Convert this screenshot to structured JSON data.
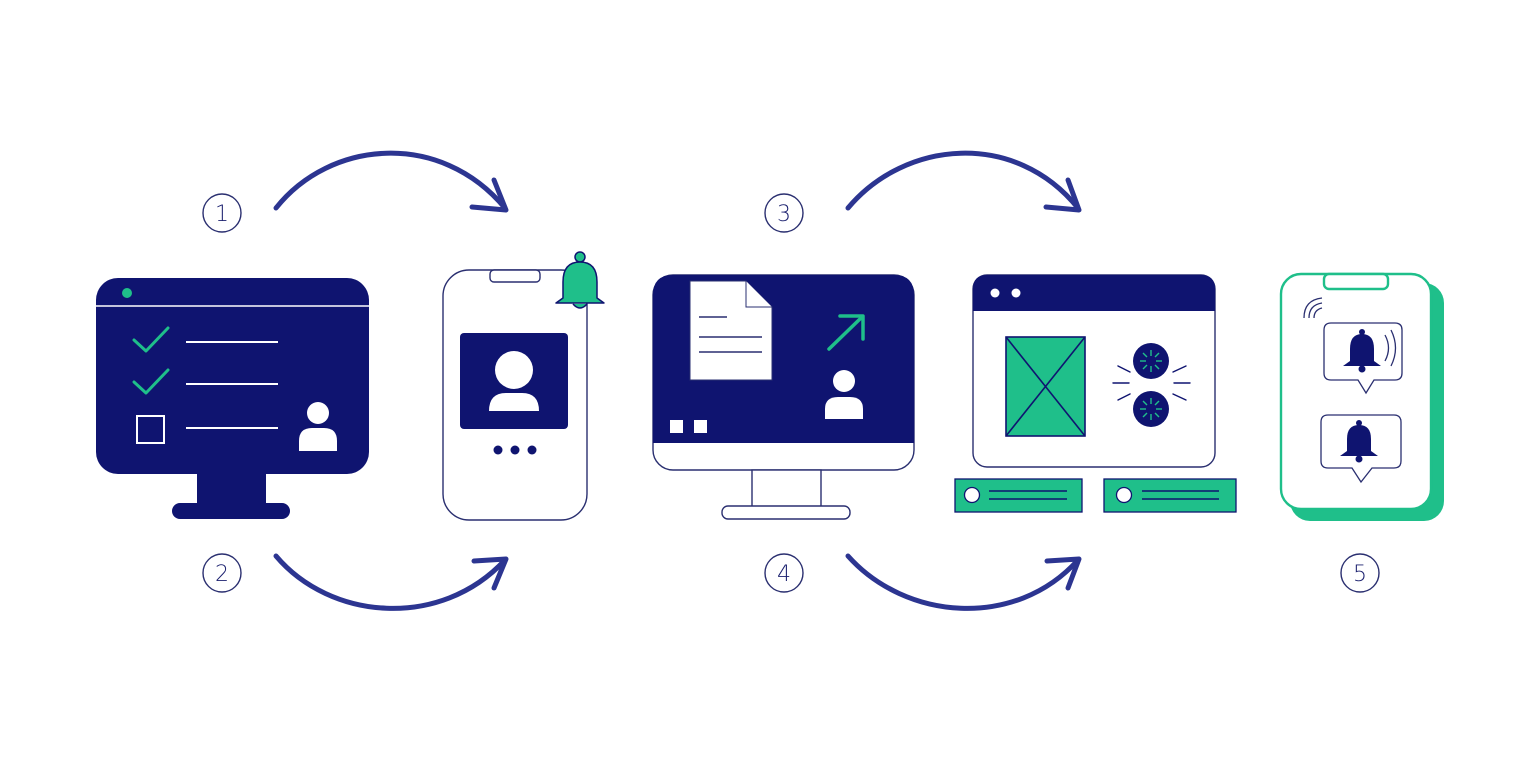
{
  "colors": {
    "navy": "#0f1470",
    "arrow": "#2c3591",
    "green": "#1fbf8a",
    "line": "#3a3f7a",
    "white": "#ffffff"
  },
  "steps": [
    {
      "number": "1"
    },
    {
      "number": "2"
    },
    {
      "number": "3"
    },
    {
      "number": "4"
    },
    {
      "number": "5"
    }
  ],
  "icons": {
    "monitor_checklist": {
      "checked_items": 2,
      "unchecked_items": 1,
      "icon": "checklist-monitor-icon"
    },
    "phone_profile": {
      "icon": "phone-profile-icon",
      "badge": "bell-icon"
    },
    "monitor_document": {
      "icon": "document-monitor-icon",
      "trend": "arrow-up-right-icon"
    },
    "browser_media": {
      "icon": "browser-window-icon",
      "status_bars": 2
    },
    "phone_notifications": {
      "icon": "notification-phone-icon",
      "bubbles": 2
    }
  }
}
